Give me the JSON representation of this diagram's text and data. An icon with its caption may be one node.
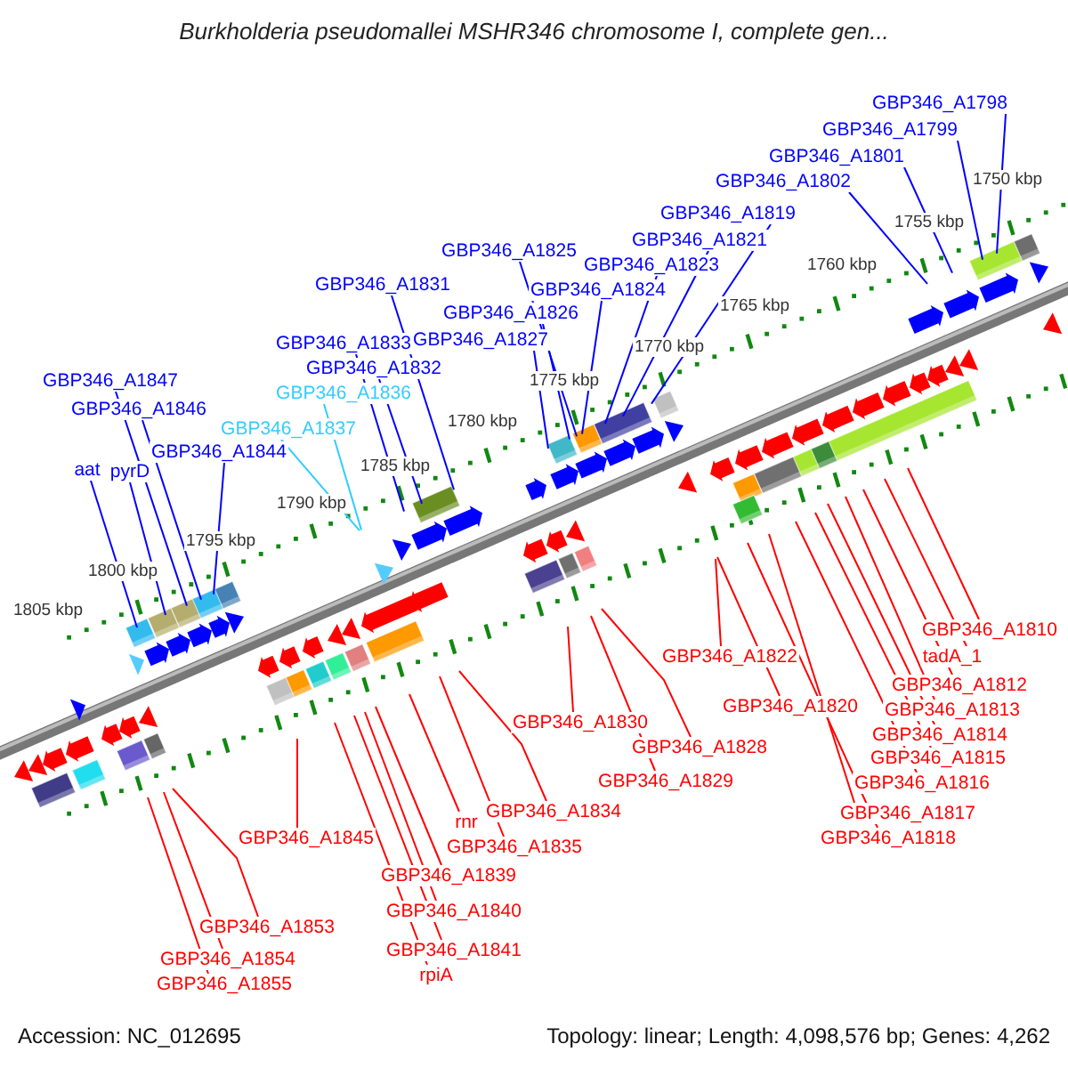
{
  "diagram": {
    "title": "Burkholderia pseudomallei MSHR346 chromosome I, complete gen...",
    "nodes": [
      {
        "text": [
          "GBP346_A1798"
        ]
      },
      {
        "text": [
          "GBP346_A1799"
        ]
      },
      {
        "text": [
          "GBP346_A1801"
        ]
      },
      {
        "text": [
          "GBP346_A1802"
        ]
      },
      {
        "text": [
          "GBP346_A1819"
        ]
      },
      {
        "text": [
          "GBP346_A1821"
        ]
      },
      {
        "text": [
          "GBP346_A1825"
        ]
      },
      {
        "text": [
          "GBP346_A1823"
        ]
      },
      {
        "text": [
          "GBP346_A1831"
        ]
      },
      {
        "text": [
          "GBP346_A1824"
        ]
      },
      {
        "text": [
          "GBP346_A1826"
        ]
      },
      {
        "text": [
          "GBP346_A1827"
        ]
      },
      {
        "text": [
          "GBP346_A1833"
        ]
      },
      {
        "text": [
          "GBP346_A1832"
        ]
      },
      {
        "text": [
          "GBP346_A1847"
        ]
      },
      {
        "text": [
          "GBP346_A1836"
        ]
      },
      {
        "text": [
          "GBP346_A1846"
        ]
      },
      {
        "text": [
          "GBP346_A1837"
        ]
      },
      {
        "text": [
          "GBP346_A1844"
        ]
      },
      {
        "text": [
          "aat"
        ]
      },
      {
        "text": [
          "pyrD"
        ]
      },
      {
        "text": [
          "GBP346_A1810"
        ]
      },
      {
        "text": [
          "tadA_1"
        ]
      },
      {
        "text": [
          "GBP346_A1822"
        ]
      },
      {
        "text": [
          "GBP346_A1812"
        ]
      },
      {
        "text": [
          "GBP346_A1820"
        ]
      },
      {
        "text": [
          "GBP346_A1813"
        ]
      },
      {
        "text": [
          "GBP346_A1830"
        ]
      },
      {
        "text": [
          "GBP346_A1814"
        ]
      },
      {
        "text": [
          "GBP346_A1828"
        ]
      },
      {
        "text": [
          "GBP346_A1815"
        ]
      },
      {
        "text": [
          "GBP346_A1829"
        ]
      },
      {
        "text": [
          "GBP346_A1816"
        ]
      },
      {
        "text": [
          "GBP346_A1834"
        ]
      },
      {
        "text": [
          "GBP346_A1817"
        ]
      },
      {
        "text": [
          "rnr"
        ]
      },
      {
        "text": [
          "GBP346_A1845"
        ]
      },
      {
        "text": [
          "GBP346_A1818"
        ]
      },
      {
        "text": [
          "GBP346_A1835"
        ]
      },
      {
        "text": [
          "GBP346_A1839"
        ]
      },
      {
        "text": [
          "GBP346_A1840"
        ]
      },
      {
        "text": [
          "GBP346_A1853"
        ]
      },
      {
        "text": [
          "GBP346_A1841"
        ]
      },
      {
        "text": [
          "GBP346_A1854"
        ]
      },
      {
        "text": [
          "rpiA"
        ]
      },
      {
        "text": [
          "GBP346_A1855"
        ]
      }
    ],
    "edges": [
      {
        "from": 0,
        "to": null,
        "arrow": "none",
        "color": "#0000ff"
      },
      {
        "from": 1,
        "to": null,
        "arrow": "none",
        "color": "#0000ff"
      },
      {
        "from": 2,
        "to": null,
        "arrow": "none",
        "color": "#0000ff"
      },
      {
        "from": 3,
        "to": null,
        "arrow": "none",
        "color": "#0000ff"
      },
      {
        "from": 4,
        "to": null,
        "arrow": "none",
        "color": "#0000ff"
      },
      {
        "from": 5,
        "to": null,
        "arrow": "none",
        "color": "#0000ff"
      },
      {
        "from": 6,
        "to": null,
        "arrow": "none",
        "color": "#0000ff"
      },
      {
        "from": 7,
        "to": null,
        "arrow": "none",
        "color": "#0000ff"
      },
      {
        "from": 8,
        "to": null,
        "arrow": "none",
        "color": "#0000ff"
      },
      {
        "from": 9,
        "to": null,
        "arrow": "none",
        "color": "#0000ff"
      },
      {
        "from": 10,
        "to": null,
        "arrow": "none",
        "color": "#0000ff"
      },
      {
        "from": 11,
        "to": null,
        "arrow": "none",
        "color": "#0000ff"
      },
      {
        "from": 12,
        "to": null,
        "arrow": "none",
        "color": "#0000ff"
      },
      {
        "from": 13,
        "to": null,
        "arrow": "none",
        "color": "#0000ff"
      },
      {
        "from": 14,
        "to": null,
        "arrow": "none",
        "color": "#0000ff"
      },
      {
        "from": 15,
        "to": null,
        "arrow": "none",
        "color": "#33ccff"
      },
      {
        "from": 16,
        "to": null,
        "arrow": "none",
        "color": "#0000ff"
      },
      {
        "from": 17,
        "to": null,
        "arrow": "none",
        "color": "#33ccff"
      },
      {
        "from": 18,
        "to": null,
        "arrow": "none",
        "color": "#0000ff"
      },
      {
        "from": 19,
        "to": null,
        "arrow": "none",
        "color": "#0000ff"
      },
      {
        "from": 20,
        "to": null,
        "arrow": "none",
        "color": "#0000ff"
      },
      {
        "from": 21,
        "to": null,
        "arrow": "none"
      },
      {
        "from": 22,
        "to": null,
        "arrow": "none"
      },
      {
        "from": 23,
        "to": null,
        "arrow": "none"
      },
      {
        "from": 24,
        "to": null,
        "arrow": "none"
      },
      {
        "from": 25,
        "to": null,
        "arrow": "none"
      },
      {
        "from": 26,
        "to": null,
        "arrow": "none"
      },
      {
        "from": 27,
        "to": null,
        "arrow": "none"
      },
      {
        "from": 28,
        "to": null,
        "arrow": "none"
      },
      {
        "from": 29,
        "to": null,
        "arrow": "none"
      },
      {
        "from": 30,
        "to": null,
        "arrow": "none"
      },
      {
        "from": 31,
        "to": null,
        "arrow": "none"
      },
      {
        "from": 32,
        "to": null,
        "arrow": "none"
      },
      {
        "from": 33,
        "to": null,
        "arrow": "none"
      },
      {
        "from": 34,
        "to": null,
        "arrow": "none"
      },
      {
        "from": 35,
        "to": null,
        "arrow": "none"
      },
      {
        "from": 36,
        "to": null,
        "arrow": "none"
      },
      {
        "from": 37,
        "to": null,
        "arrow": "none"
      },
      {
        "from": 38,
        "to": null,
        "arrow": "none"
      },
      {
        "from": 39,
        "to": null,
        "arrow": "none"
      },
      {
        "from": 40,
        "to": null,
        "arrow": "none"
      },
      {
        "from": 41,
        "to": null,
        "arrow": "none"
      },
      {
        "from": 42,
        "to": null,
        "arrow": "none"
      },
      {
        "from": 43,
        "to": null,
        "arrow": "none"
      },
      {
        "from": 44,
        "to": null,
        "arrow": "none"
      },
      {
        "from": 45,
        "to": null,
        "arrow": "none"
      }
    ],
    "labels": [
      "1750 kbp",
      "1755 kbp",
      "1760 kbp",
      "1765 kbp",
      "1770 kbp",
      "1775 kbp",
      "1780 kbp",
      "1785 kbp",
      "1790 kbp",
      "1795 kbp",
      "1800 kbp",
      "1805 kbp",
      "Accession: NC_012695",
      "Topology: linear; Length: 4,098,576 bp; Genes: 4,262"
    ]
  }
}
